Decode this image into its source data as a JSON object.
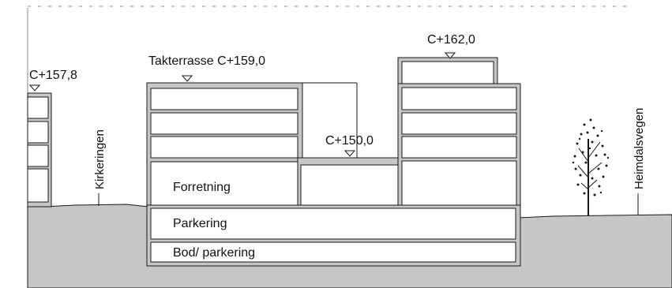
{
  "elevations": {
    "left": "C+157,8",
    "terrace": "Takterrasse C+159,0",
    "courtyard": "C+150,0",
    "top": "C+162,0"
  },
  "rooms": {
    "business": "Forretning",
    "parking": "Parkering",
    "storage": "Bod/ parkering"
  },
  "streets": {
    "left": "Kirkeringen",
    "right": "Heimdalsvegen"
  },
  "colors": {
    "ground": "#c6c6c6",
    "slab": "#c6c6c6",
    "line": "#1a1a1a",
    "background": "#ffffff"
  }
}
